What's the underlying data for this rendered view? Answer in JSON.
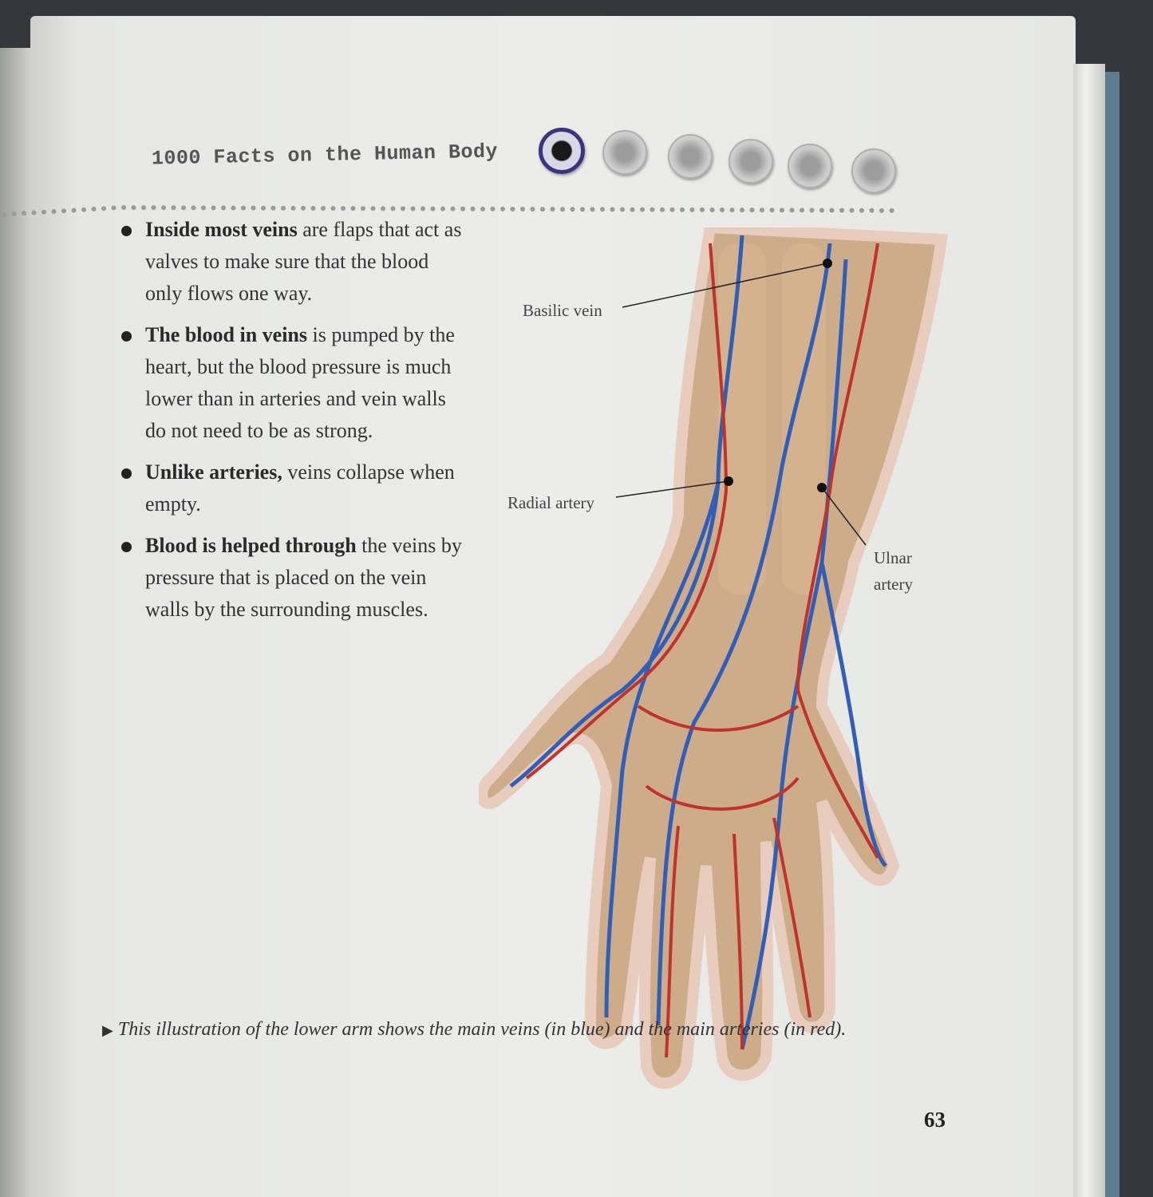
{
  "header": {
    "title": "1000 Facts on the Human Body",
    "section_icons": [
      "heart-icon",
      "brain-icon",
      "lungs-icon",
      "ear-icon",
      "stomach-icon",
      "skeleton-icon"
    ],
    "active_section": "heart-icon"
  },
  "bullets": [
    {
      "bold": "Inside most veins",
      "text": " are flaps that act as valves to make sure that the blood only flows one way."
    },
    {
      "bold": "The blood in veins",
      "text": " is pumped by the heart, but the blood pressure is much lower than in arteries and vein walls do not need to be as strong."
    },
    {
      "bold": "Unlike arteries,",
      "text": " veins collapse when empty."
    },
    {
      "bold": "Blood is helped through",
      "text": " the veins by pressure that is placed on the vein walls by the surrounding muscles."
    }
  ],
  "illustration": {
    "labels": {
      "basilic": "Basilic vein",
      "radial": "Radial artery",
      "ulnar_1": "Ulnar",
      "ulnar_2": "artery"
    },
    "colors": {
      "vein": "#2f5fb8",
      "artery": "#c0322c",
      "bone": "#b0845a"
    }
  },
  "caption": "This illustration of the lower arm shows the main veins (in blue) and the main arteries (in red).",
  "page_number": "63"
}
